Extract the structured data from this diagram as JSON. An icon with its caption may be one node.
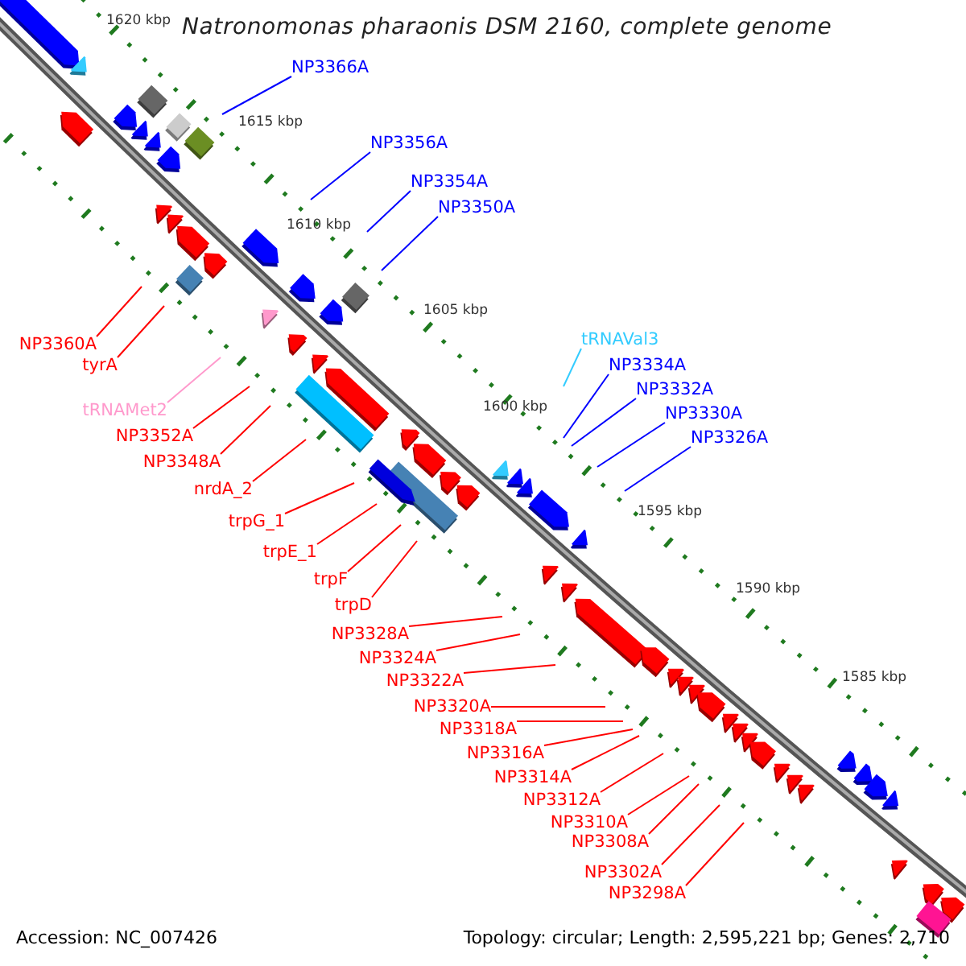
{
  "diagram": {
    "title": "Natronomonas pharaonis DSM 2160, complete genome",
    "nodes": [
      {
        "text": [
          "NP3366A"
        ]
      },
      {
        "text": [
          "NP3356A"
        ]
      },
      {
        "text": [
          "NP3354A"
        ]
      },
      {
        "text": [
          "NP3350A"
        ]
      },
      {
        "text": [
          "NP3360A"
        ]
      },
      {
        "text": [
          "tRNAVal3"
        ]
      },
      {
        "text": [
          "tyrA"
        ]
      },
      {
        "text": [
          "NP3334A"
        ]
      },
      {
        "text": [
          "NP3332A"
        ]
      },
      {
        "text": [
          "tRNAMet2"
        ]
      },
      {
        "text": [
          "NP3330A"
        ]
      },
      {
        "text": [
          "NP3352A"
        ]
      },
      {
        "text": [
          "NP3326A"
        ]
      },
      {
        "text": [
          "NP3348A"
        ]
      },
      {
        "text": [
          "nrdA_2"
        ]
      },
      {
        "text": [
          "trpG_1"
        ]
      },
      {
        "text": [
          "trpE_1"
        ]
      },
      {
        "text": [
          "trpF"
        ]
      },
      {
        "text": [
          "trpD"
        ]
      },
      {
        "text": [
          "NP3328A"
        ]
      },
      {
        "text": [
          "NP3324A"
        ]
      },
      {
        "text": [
          "NP3322A"
        ]
      },
      {
        "text": [
          "NP3320A"
        ]
      },
      {
        "text": [
          "NP3318A"
        ]
      },
      {
        "text": [
          "NP3316A"
        ]
      },
      {
        "text": [
          "NP3314A"
        ]
      },
      {
        "text": [
          "NP3312A"
        ]
      },
      {
        "text": [
          "NP3310A"
        ]
      },
      {
        "text": [
          "NP3308A"
        ]
      },
      {
        "text": [
          "NP3302A"
        ]
      },
      {
        "text": [
          "NP3298A"
        ]
      }
    ],
    "edges": [
      {
        "from": 0,
        "to": null,
        "arrow": "none",
        "color": "#0000ff"
      },
      {
        "from": 1,
        "to": null,
        "arrow": "none",
        "color": "#0000ff"
      },
      {
        "from": 2,
        "to": null,
        "arrow": "none",
        "color": "#0000ff"
      },
      {
        "from": 3,
        "to": null,
        "arrow": "none",
        "color": "#0000ff"
      },
      {
        "from": 4,
        "to": null,
        "arrow": "none"
      },
      {
        "from": 5,
        "to": null,
        "arrow": "none",
        "color": "#33ccff"
      },
      {
        "from": 6,
        "to": null,
        "arrow": "none"
      },
      {
        "from": 7,
        "to": null,
        "arrow": "none",
        "color": "#0000ff"
      },
      {
        "from": 8,
        "to": null,
        "arrow": "none",
        "color": "#0000ff"
      },
      {
        "from": 9,
        "to": null,
        "arrow": "none",
        "color": "#ff99cc"
      },
      {
        "from": 10,
        "to": null,
        "arrow": "none",
        "color": "#0000ff"
      },
      {
        "from": 11,
        "to": null,
        "arrow": "none"
      },
      {
        "from": 12,
        "to": null,
        "arrow": "none",
        "color": "#0000ff"
      },
      {
        "from": 13,
        "to": null,
        "arrow": "none"
      },
      {
        "from": 14,
        "to": null,
        "arrow": "none"
      },
      {
        "from": 15,
        "to": null,
        "arrow": "none"
      },
      {
        "from": 16,
        "to": null,
        "arrow": "none"
      },
      {
        "from": 17,
        "to": null,
        "arrow": "none"
      },
      {
        "from": 18,
        "to": null,
        "arrow": "none"
      },
      {
        "from": 19,
        "to": null,
        "arrow": "none"
      },
      {
        "from": 20,
        "to": null,
        "arrow": "none"
      },
      {
        "from": 21,
        "to": null,
        "arrow": "none"
      },
      {
        "from": 22,
        "to": null,
        "arrow": "none"
      },
      {
        "from": 23,
        "to": null,
        "arrow": "none"
      },
      {
        "from": 24,
        "to": null,
        "arrow": "none"
      },
      {
        "from": 25,
        "to": null,
        "arrow": "none"
      },
      {
        "from": 26,
        "to": null,
        "arrow": "none"
      },
      {
        "from": 27,
        "to": null,
        "arrow": "none"
      },
      {
        "from": 28,
        "to": null,
        "arrow": "none"
      },
      {
        "from": 29,
        "to": null,
        "arrow": "none"
      },
      {
        "from": 30,
        "to": null,
        "arrow": "none"
      }
    ],
    "labels": [
      "1620 kbp",
      "1615 kbp",
      "1610 kbp",
      "1605 kbp",
      "1600 kbp",
      "1595 kbp",
      "1590 kbp",
      "1585 kbp",
      "Accession: NC_007426",
      "Topology: circular; Length: 2,595,221 bp; Genes: 2,710"
    ]
  }
}
